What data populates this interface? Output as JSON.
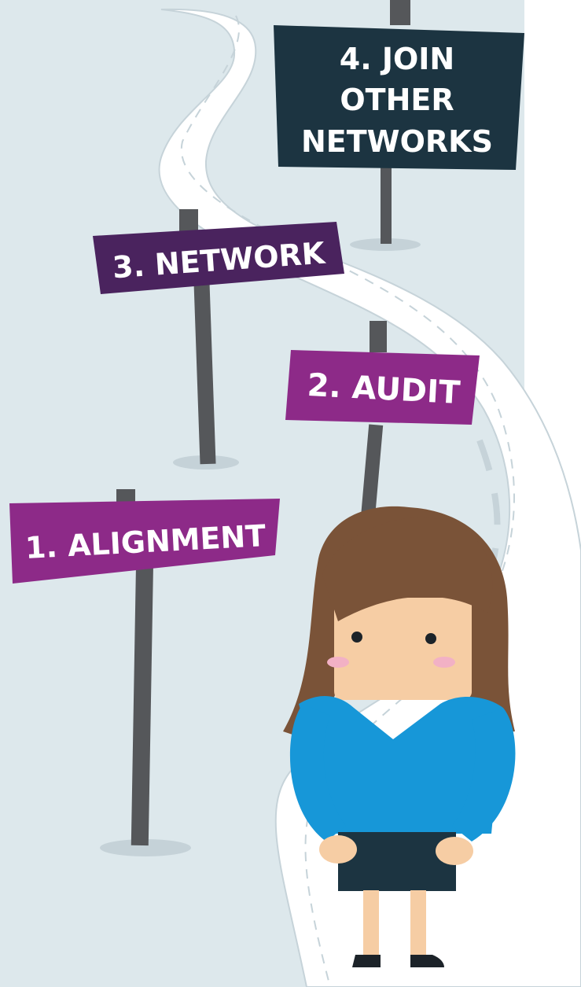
{
  "signs": {
    "step1": "1. ALIGNMENT",
    "step2": "2. AUDIT",
    "step3": "3. NETWORK",
    "step4": {
      "line1": "4. JOIN",
      "line2": "OTHER",
      "line3": "NETWORKS"
    }
  },
  "colors": {
    "panel": "#dde8ec",
    "road": "#ffffff",
    "road_edge": "#c6d3d9",
    "sign_magenta": "#8d2a88",
    "sign_purple": "#4a235e",
    "sign_navy": "#1c3441",
    "post": "#55575a",
    "shirt": "#1797d8",
    "hair": "#7a5338",
    "skin": "#f6cda4",
    "skirt": "#1c3441"
  }
}
